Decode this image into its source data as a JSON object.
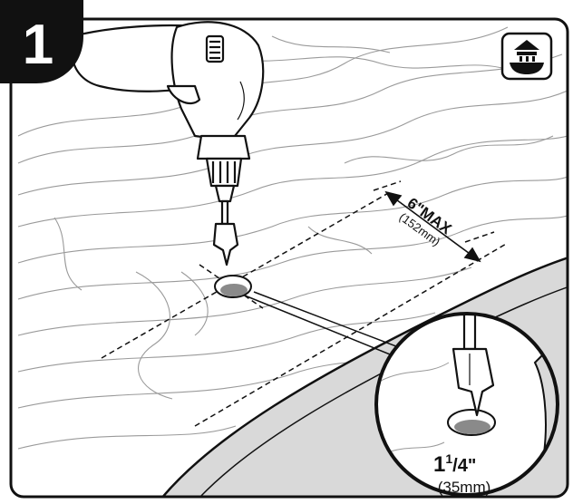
{
  "step": {
    "number": "1"
  },
  "icon": {
    "name": "home-plumbing-icon"
  },
  "dimension_spacing": {
    "value": "6\"MAX",
    "metric": "(152mm)"
  },
  "dimension_hole": {
    "whole": "1",
    "fraction_num": "1",
    "fraction_den": "/4\"",
    "metric": "(35mm)"
  },
  "colors": {
    "ink": "#111111",
    "counter_bg": "#d9d9d9",
    "wood_line": "#9a9a9a",
    "hole_gray": "#8a8a8a"
  }
}
